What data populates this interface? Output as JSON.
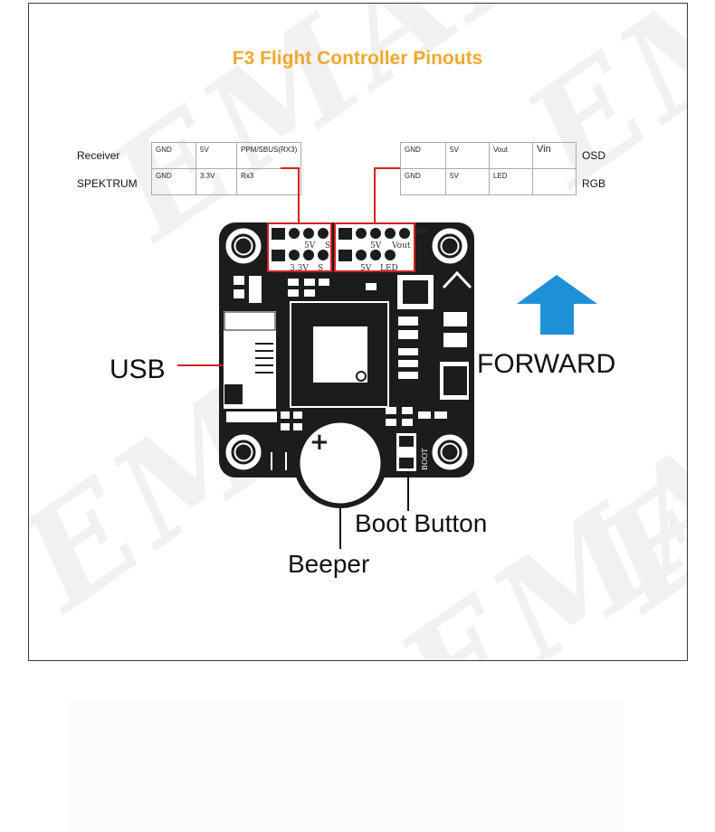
{
  "title": "F3 Flight Controller Pinouts",
  "watermark": "EMAX",
  "left_table": {
    "rows": [
      {
        "label": "Receiver",
        "cells": [
          "GND",
          "5V",
          "PPM/SBUS(RX3)"
        ]
      },
      {
        "label": "SPEKTRUM",
        "cells": [
          "GND",
          "3.3V",
          "Rx3"
        ]
      }
    ]
  },
  "right_table": {
    "rows": [
      {
        "label": "OSD",
        "cells": [
          "GND",
          "5V",
          "Vout",
          "Vin"
        ]
      },
      {
        "label": "RGB",
        "cells": [
          "GND",
          "5V",
          "LED",
          ""
        ]
      }
    ]
  },
  "board_pin_labels": {
    "left_top": [
      "5V",
      "S"
    ],
    "left_bottom": [
      "3.3V",
      "S"
    ],
    "right_top": [
      "5V",
      "Vout",
      "Vin"
    ],
    "right_bottom": [
      "5V",
      "LED"
    ],
    "boot_silk": "BOOT"
  },
  "callouts": {
    "usb": "USB",
    "forward": "FORWARD",
    "boot_button": "Boot Button",
    "beeper": "Beeper"
  },
  "colors": {
    "title": "#f0a82e",
    "arrow": "#1e90d8",
    "leader": "#d42020",
    "board": "#1c1c1c"
  }
}
